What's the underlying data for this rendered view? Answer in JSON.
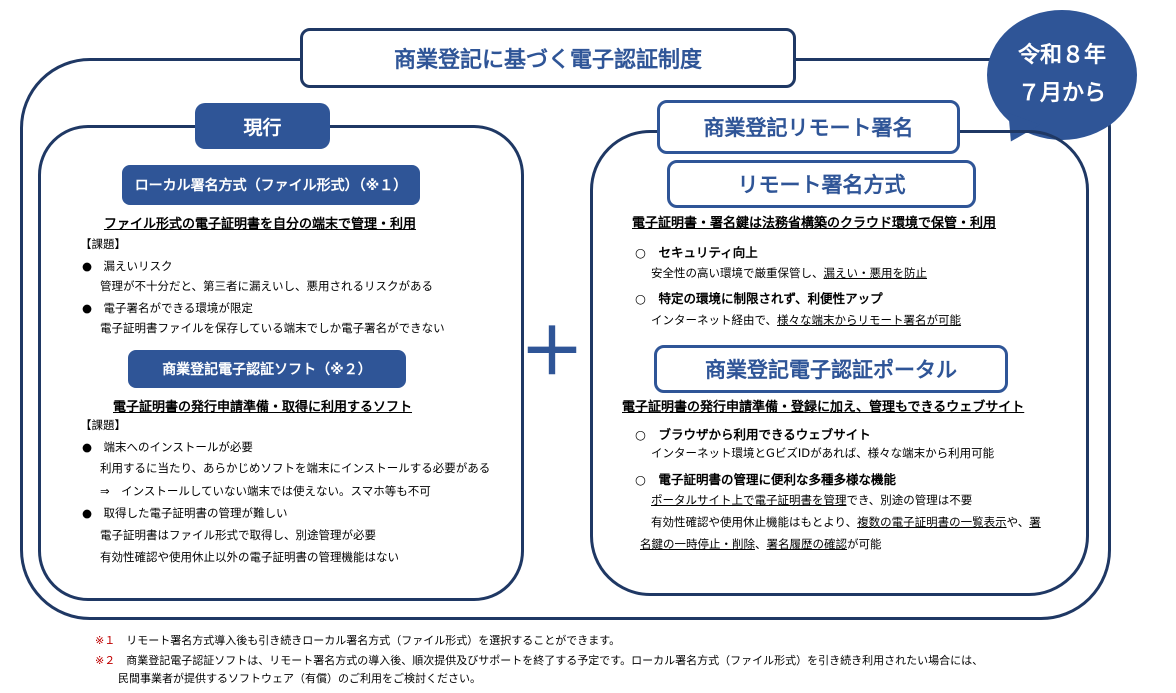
{
  "title": "商業登記に基づく電子認証制度",
  "badge": {
    "line1": "令和８年",
    "line2": "７月から"
  },
  "plus": "＋",
  "colors": {
    "navy": "#1f3864",
    "blue": "#2f5597"
  },
  "current": {
    "label": "現行",
    "local": {
      "label": "ローカル署名方式（ファイル形式）（※１）",
      "heading": "ファイル形式の電子証明書を自分の端末で管理・利用",
      "issues_label": "【課題】",
      "items": [
        {
          "bullet": "●",
          "title": "漏えいリスク",
          "desc": "管理が不十分だと、第三者に漏えいし、悪用されるリスクがある"
        },
        {
          "bullet": "●",
          "title": "電子署名ができる環境が限定",
          "desc": "電子証明書ファイルを保存している端末でしか電子署名ができない"
        }
      ]
    },
    "soft": {
      "label": "商業登記電子認証ソフト（※２）",
      "heading": "電子証明書の発行申請準備・取得に利用するソフト",
      "issues_label": "【課題】",
      "item1": {
        "bullet": "●",
        "title": "端末へのインストールが必要",
        "desc": "利用するに当たり、あらかじめソフトを端末にインストールする必要がある",
        "note": "⇒　インストールしていない端末では使えない。スマホ等も不可"
      },
      "item2": {
        "bullet": "●",
        "title": "取得した電子証明書の管理が難しい",
        "desc1": "電子証明書はファイル形式で取得し、別途管理が必要",
        "desc2": "有効性確認や使用休止以外の電子証明書の管理機能はない"
      }
    }
  },
  "remote": {
    "label": "商業登記リモート署名",
    "method": {
      "label": "リモート署名方式",
      "heading": "電子証明書・署名鍵は法務省構築のクラウド環境で保管・利用",
      "item1": {
        "bullet": "○",
        "title": "セキュリティ向上",
        "desc_a": "安全性の高い環境で厳重保管し、",
        "desc_b": "漏えい・悪用を防止"
      },
      "item2": {
        "bullet": "○",
        "title": "特定の環境に制限されず、利便性アップ",
        "desc_a": "インターネット経由で、",
        "desc_b": "様々な端末からリモート署名が可能"
      }
    },
    "portal": {
      "label": "商業登記電子認証ポータル",
      "heading": "電子証明書の発行申請準備・登録に加え、管理もできるウェブサイト",
      "item1": {
        "bullet": "○",
        "title": "ブラウザから利用できるウェブサイト",
        "desc": "インターネット環境とGビズIDがあれば、様々な端末から利用可能"
      },
      "item2": {
        "bullet": "○",
        "title": "電子証明書の管理に便利な多種多様な機能",
        "l1a": "ポータルサイト上で電子証明書を管理",
        "l1b": "でき、別途の管理は不要",
        "l2a": "有効性確認や使用休止機能はもとより、",
        "l2b": "複数の電子証明書の一覧表示",
        "l2c": "や、",
        "l2d": "署",
        "l3a": "名鍵の一時停止・削除",
        "l3b": "、",
        "l3c": "署名履歴の確認",
        "l3d": "が可能"
      }
    }
  },
  "footnotes": [
    {
      "mark": "※１",
      "text": "リモート署名方式導入後も引き続きローカル署名方式（ファイル形式）を選択することができます。"
    },
    {
      "mark": "※２",
      "text": "商業登記電子認証ソフトは、リモート署名方式の導入後、順次提供及びサポートを終了する予定です。ローカル署名方式（ファイル形式）を引き続き利用されたい場合には、",
      "text2": "民間事業者が提供するソフトウェア（有償）のご利用をご検討ください。"
    }
  ]
}
